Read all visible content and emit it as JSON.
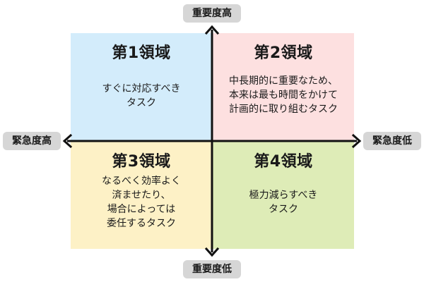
{
  "axis_labels": {
    "top": "重要度高",
    "bottom": "重要度低",
    "left": "緊急度高",
    "right": "緊急度低"
  },
  "quadrants": [
    {
      "title": "第1領域",
      "lines": [
        "すぐに対応すべき",
        "タスク"
      ],
      "color": "#d3ecfb"
    },
    {
      "title": "第2領域",
      "lines": [
        "中長期的に重要なため、",
        "本来は最も時間をかけて",
        "計画的に取り組むタスク"
      ],
      "color": "#fde0e0"
    },
    {
      "title": "第3領域",
      "lines": [
        "なるべく効率よく",
        "済ませたり、",
        "場合によっては",
        "委任するタスク"
      ],
      "color": "#fdf1c6"
    },
    {
      "title": "第4領域",
      "lines": [
        "極力減らすべき",
        "タスク"
      ],
      "color": "#deecb7"
    }
  ]
}
